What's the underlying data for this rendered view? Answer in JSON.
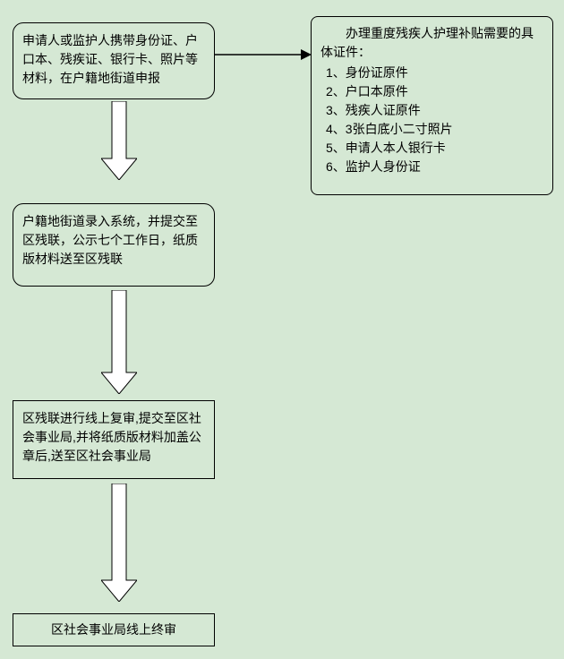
{
  "background_color": "#d5e8d4",
  "flowchart": {
    "step1": {
      "text": "申请人或监护人携带身份证、户口本、残疾证、银行卡、照片等材料，在户籍地街道申报"
    },
    "documents": {
      "title": "办理重度残疾人护理补贴需要的具体证件：",
      "items": [
        "1、身份证原件",
        "2、户口本原件",
        "3、残疾人证原件",
        "4、3张白底小二寸照片",
        "5、申请人本人银行卡",
        "6、监护人身份证"
      ]
    },
    "step2": {
      "text": "户籍地街道录入系统，并提交至区残联，公示七个工作日，纸质版材料送至区残联"
    },
    "step3": {
      "text": "区残联进行线上复审,提交至区社会事业局,并将纸质版材料加盖公章后,送至区社会事业局"
    },
    "step4": {
      "text": "区社会事业局线上终审"
    }
  }
}
